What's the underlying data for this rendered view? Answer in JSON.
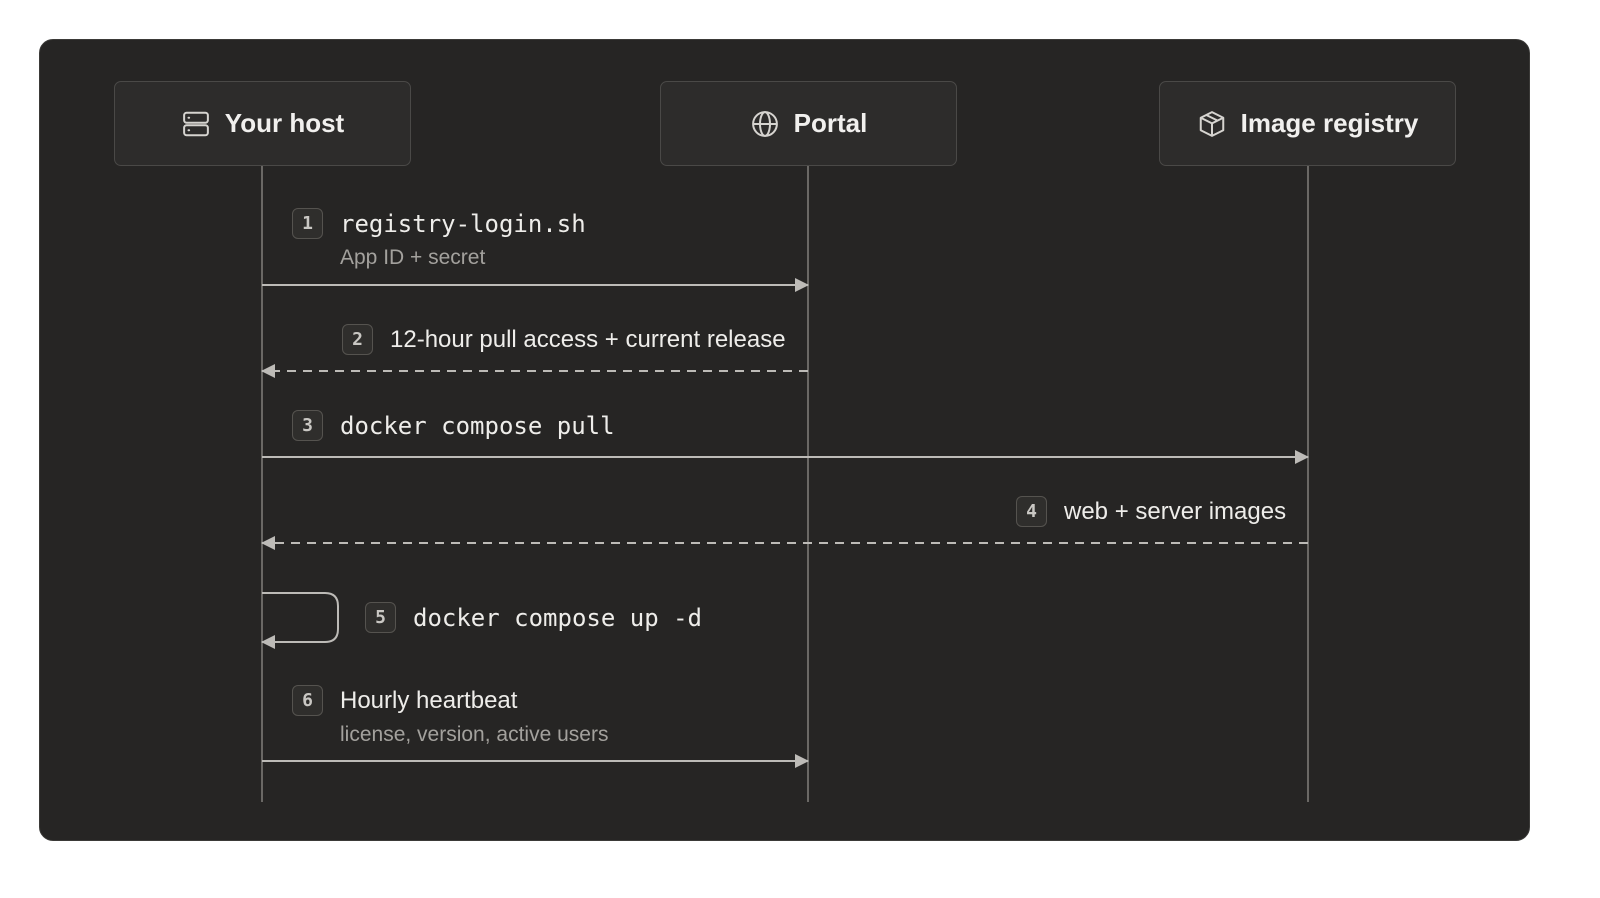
{
  "actors": {
    "host": {
      "label": "Your host",
      "icon": "server-icon"
    },
    "portal": {
      "label": "Portal",
      "icon": "globe-icon"
    },
    "registry": {
      "label": "Image registry",
      "icon": "package-icon"
    }
  },
  "steps": [
    {
      "number": "1",
      "label": "registry-login.sh",
      "detail": "App ID + secret"
    },
    {
      "number": "2",
      "label": "12-hour pull access + current release"
    },
    {
      "number": "3",
      "label": "docker compose pull"
    },
    {
      "number": "4",
      "label": "web + server images"
    },
    {
      "number": "5",
      "label": "docker compose up -d"
    },
    {
      "number": "6",
      "label": "Hourly heartbeat",
      "detail": "license, version, active users"
    }
  ],
  "colors": {
    "background": "#262524",
    "line": "#bdbbb7",
    "lifeline": "#6a6865",
    "text": "#eeedea",
    "muted": "#a3a19d"
  }
}
